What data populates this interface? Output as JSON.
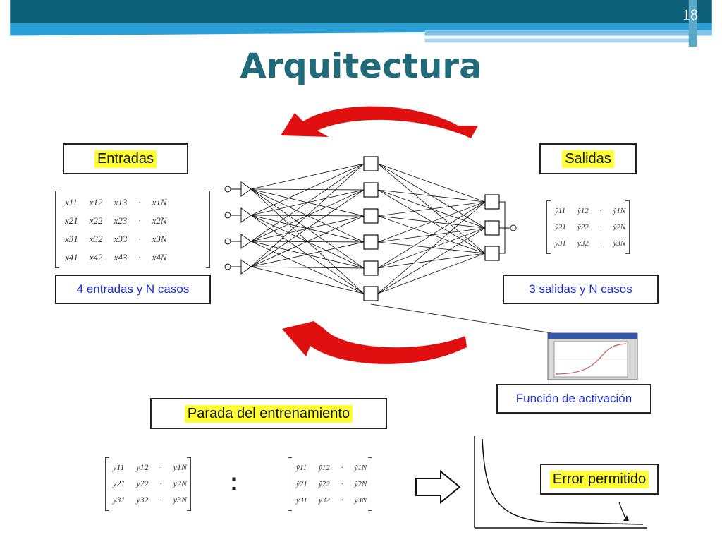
{
  "slide": {
    "number": "18",
    "title": "Arquitectura"
  },
  "labels": {
    "entradas": "Entradas",
    "salidas": "Salidas",
    "entradas_casos": "4 entradas y N casos",
    "salidas_casos": "3 salidas y N casos",
    "funcion": "Función de activación",
    "parada": "Parada del entrenamiento",
    "error": "Error permitido"
  },
  "matrices": {
    "inputs": [
      [
        "x11",
        "x12",
        "x13",
        "·",
        "x1N"
      ],
      [
        "x21",
        "x22",
        "x23",
        "·",
        "x2N"
      ],
      [
        "x31",
        "x32",
        "x33",
        "·",
        "x3N"
      ],
      [
        "x41",
        "x42",
        "x43",
        "·",
        "x4N"
      ]
    ],
    "outputs_hat": [
      [
        "ŷ11",
        "ŷ12",
        "·",
        "ŷ1N"
      ],
      [
        "ŷ21",
        "ŷ22",
        "·",
        "ŷ2N"
      ],
      [
        "ŷ31",
        "ŷ32",
        "·",
        "ŷ3N"
      ]
    ],
    "targets": [
      [
        "y11",
        "y12",
        "·",
        "y1N"
      ],
      [
        "y21",
        "y22",
        "·",
        "y2N"
      ],
      [
        "y31",
        "y32",
        "·",
        "y3N"
      ]
    ],
    "outputs_hat_2": [
      [
        "ŷ11",
        "ŷ12",
        "·",
        "ŷ1N"
      ],
      [
        "ŷ21",
        "ŷ22",
        "·",
        "ŷ2N"
      ],
      [
        "ŷ31",
        "ŷ32",
        "·",
        "ŷ3N"
      ]
    ]
  },
  "symbols": {
    "ratio": ":"
  },
  "colors": {
    "banner": "#0e5f78",
    "banner_light": "#2a9fd6",
    "title": "#1f6b7a",
    "arrow_red": "#e01010",
    "highlight": "#ffff33",
    "label_blue": "#1d2fd8"
  }
}
